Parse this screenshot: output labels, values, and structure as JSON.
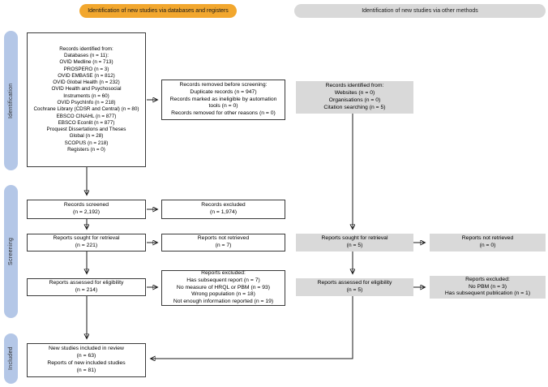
{
  "headers": {
    "databases": "Identification of new studies via databases and registers",
    "other_methods": "Identification of new studies via other methods"
  },
  "stages": {
    "identification": "Identification",
    "screening": "Screening",
    "included": "Included"
  },
  "colors": {
    "header_orange": "#F2A72E",
    "header_gray": "#D9D9D9",
    "stage_blue": "#B4C7E7",
    "gray_box": "#D9D9D9"
  },
  "boxes": {
    "records_identified_db": [
      "Records identified from:",
      "Databases (n = 11):",
      "OVID Medline (n = 713)",
      "PROSPERO (n = 3)",
      "OVID EMBASE (n = 812)",
      "OVID Global Health (n = 232)",
      "OVID Health and Psychosocial",
      "Instruments (n = 60)",
      "OVID PsychInfo (n = 218)",
      "Cochrane Library (CDSR and Central) (n = 80)",
      "EBSCO CINAHL (n = 877)",
      "EBSCO Econlit (n = 877)",
      "Proquest Dissertations and Theses",
      "Global (n = 28)",
      "SCOPUS (n = 218)",
      "Registers (n = 0)"
    ],
    "records_removed": [
      "Records removed before screening:",
      "Duplicate records (n = 947)",
      "Records marked as ineligible by automation",
      "tools (n = 0)",
      "Records removed for other reasons (n = 0)"
    ],
    "records_screened": [
      "Records screened",
      "(n = 2,192)"
    ],
    "records_excluded": [
      "Records excluded",
      "(n = 1,974)"
    ],
    "reports_sought_db": [
      "Reports sought for retrieval",
      "(n = 221)"
    ],
    "reports_not_retrieved_db": [
      "Reports not retrieved",
      "(n = 7)"
    ],
    "reports_assessed_db": [
      "Reports assessed for eligibility",
      "(n = 214)"
    ],
    "reports_excluded_db": [
      "Reports excluded:",
      "Has subsequent report (n = 7)",
      "No measure of HRQL or PBM (n = 93)",
      "Wrong population (n = 18)",
      "Not enough information reported (n = 19)"
    ],
    "new_studies_included": [
      "New studies included in review",
      "(n = 63)",
      "Reports of new included studies",
      "(n = 81)"
    ],
    "records_identified_other": [
      "Records identified from:",
      "Websites (n = 0)",
      "Organisations (n = 0)",
      "Citation searching (n = 5)"
    ],
    "reports_sought_other": [
      "Reports sought for retrieval",
      "(n = 5)"
    ],
    "reports_not_retrieved_other": [
      "Reports not retrieved",
      "(n = 0)"
    ],
    "reports_assessed_other": [
      "Reports assessed for eligibility",
      "(n = 5)"
    ],
    "reports_excluded_other": [
      "Reports excluded:",
      "No PBM (n = 3)",
      "Has subsequent publication (n = 1)"
    ]
  }
}
